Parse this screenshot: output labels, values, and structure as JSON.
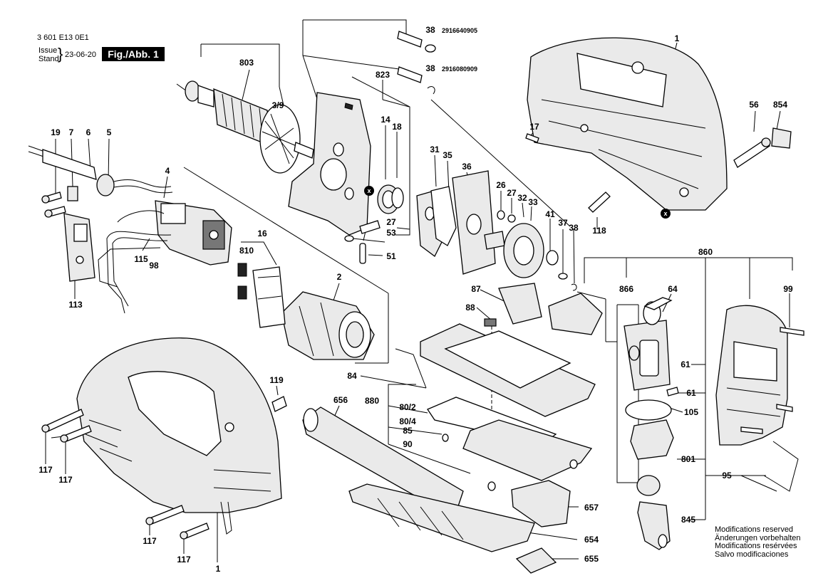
{
  "header": {
    "part_number": "3 601 E13 0E1",
    "issue_label": "Issue",
    "stand_label": "Stand",
    "date": "23-06-20",
    "figure_label": "Fig./Abb. 1"
  },
  "notes": [
    "Modifications reserved",
    "Änderungen vorbehalten",
    "Modifications resérvées",
    "Salvo modificaciones"
  ],
  "part_codes": {
    "p38_top": "2916640905",
    "p38_mid": "2916080909"
  },
  "callouts": {
    "c1a": "1",
    "c1b": "1",
    "c2": "2",
    "c4": "4",
    "c5": "5",
    "c6": "6",
    "c7": "7",
    "c14": "14",
    "c16": "16",
    "c17": "17",
    "c18": "18",
    "c19": "19",
    "c26": "26",
    "c27a": "27",
    "c27b": "27",
    "c31": "31",
    "c32": "32",
    "c33": "33",
    "c35": "35",
    "c36": "36",
    "c37": "37",
    "c38a": "38",
    "c38b": "38",
    "c38c": "38",
    "c39": "3/9",
    "c41": "41",
    "c51": "51",
    "c53": "53",
    "c56": "56",
    "c61a": "61",
    "c61b": "61",
    "c64": "64",
    "c80_2": "80/2",
    "c80_4": "80/4",
    "c84": "84",
    "c85": "85",
    "c87": "87",
    "c88": "88",
    "c90": "90",
    "c95": "95",
    "c98": "98",
    "c99": "99",
    "c105": "105",
    "c113": "113",
    "c115": "115",
    "c117a": "117",
    "c117b": "117",
    "c117c": "117",
    "c117d": "117",
    "c118": "118",
    "c119": "119",
    "c654": "654",
    "c655": "655",
    "c656": "656",
    "c657": "657",
    "c801": "801",
    "c803": "803",
    "c810": "810",
    "c823": "823",
    "c845": "845",
    "c854": "854",
    "c860": "860",
    "c866": "866",
    "c880": "880"
  },
  "markers": {
    "x_mark": "x"
  }
}
